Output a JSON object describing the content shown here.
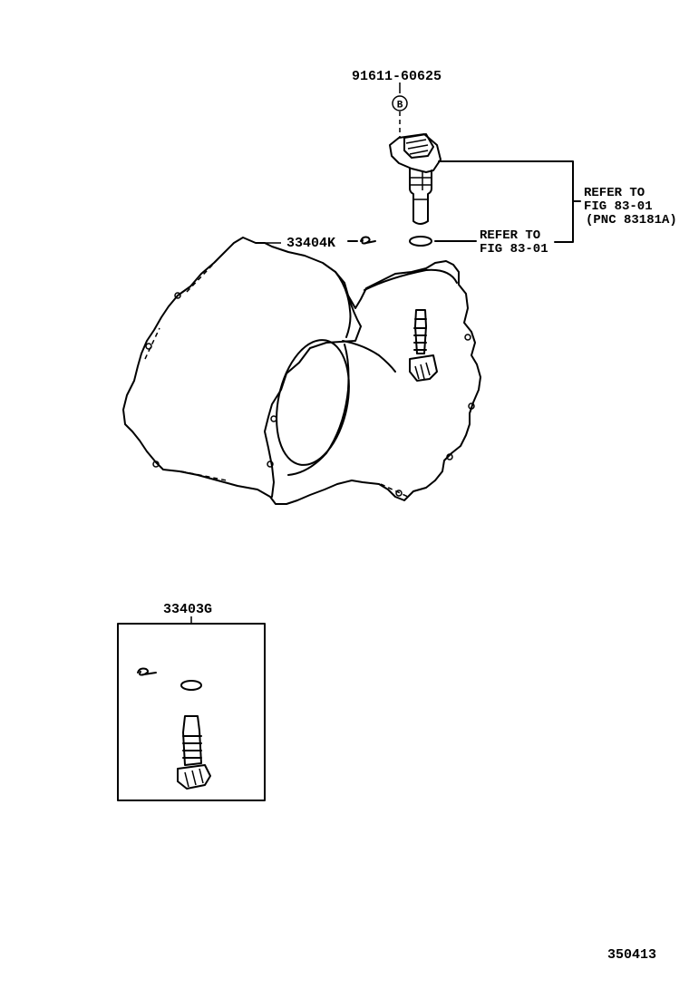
{
  "labels": {
    "bolt_part": "91611-60625",
    "bolt_marker": "B",
    "clip_part": "33404K",
    "kit_part": "33403G",
    "refer_sensor": [
      "REFER TO",
      "FIG 83-01",
      "(PNC 83181A)"
    ],
    "refer_oring": [
      "REFER TO",
      "FIG 83-01"
    ],
    "figure_number": "350413"
  }
}
